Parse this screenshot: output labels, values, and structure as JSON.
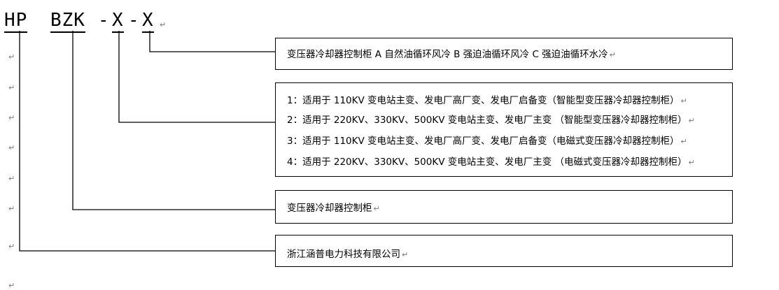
{
  "code": {
    "hp": "HP",
    "bzk": "BZK",
    "dash1": "-",
    "x1": "X",
    "dash2": "-",
    "x2": "X"
  },
  "paragraph_mark": "↵",
  "boxes": [
    {
      "lines": [
        "变压器冷却器控制柜 A 自然油循环风冷 B 强迫油循环风冷 C 强迫油循环水冷"
      ]
    },
    {
      "lines": [
        "1：适用于 110KV 变电站主变、发电厂高厂变、发电厂启备变（智能型变压器冷却器控制柜）",
        "2：适用于 220KV、330KV、500KV 变电站主变、发电厂主变 （智能型变压器冷却器控制柜）",
        "3：适用于 110KV 变电站主变、发电厂高厂变、发电厂启备变（电磁式变压器冷却器控制柜）",
        "4：适用于 220KV、330KV、500KV 变电站主变、发电厂主变 （电磁式变压器冷却器控制柜）"
      ]
    },
    {
      "lines": [
        "变压器冷却器控制柜"
      ]
    },
    {
      "lines": [
        "浙江涵普电力科技有限公司"
      ]
    }
  ]
}
